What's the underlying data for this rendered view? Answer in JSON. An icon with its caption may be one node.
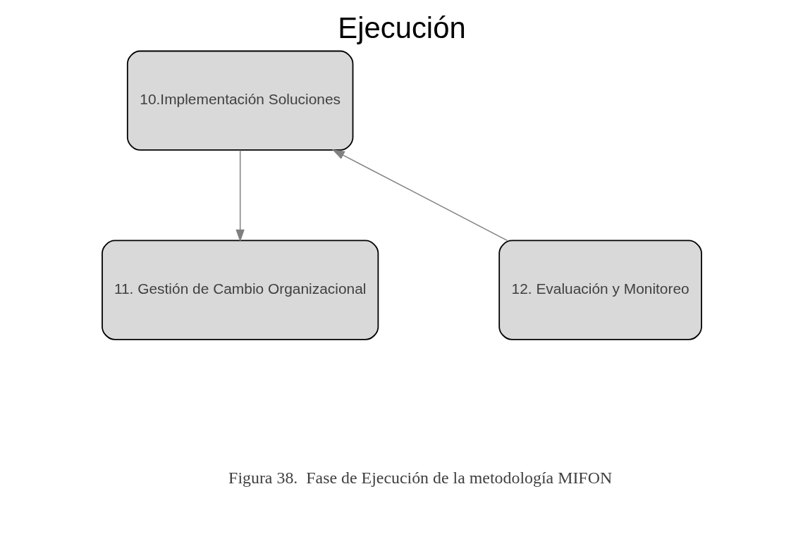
{
  "diagram": {
    "title": "Ejecución",
    "caption": "Figura 38.  Fase de Ejecución de la metodología MIFON",
    "nodes": [
      {
        "text": [
          "10.Implementación Soluciones"
        ]
      },
      {
        "text": [
          "11. Gestión de Cambio Organizacional"
        ]
      },
      {
        "text": [
          "12. Evaluación y Monitoreo"
        ]
      }
    ],
    "edges": [
      {
        "from": 0,
        "to": 1,
        "arrow": "to"
      },
      {
        "from": 2,
        "to": 0,
        "arrow": "to"
      }
    ]
  }
}
